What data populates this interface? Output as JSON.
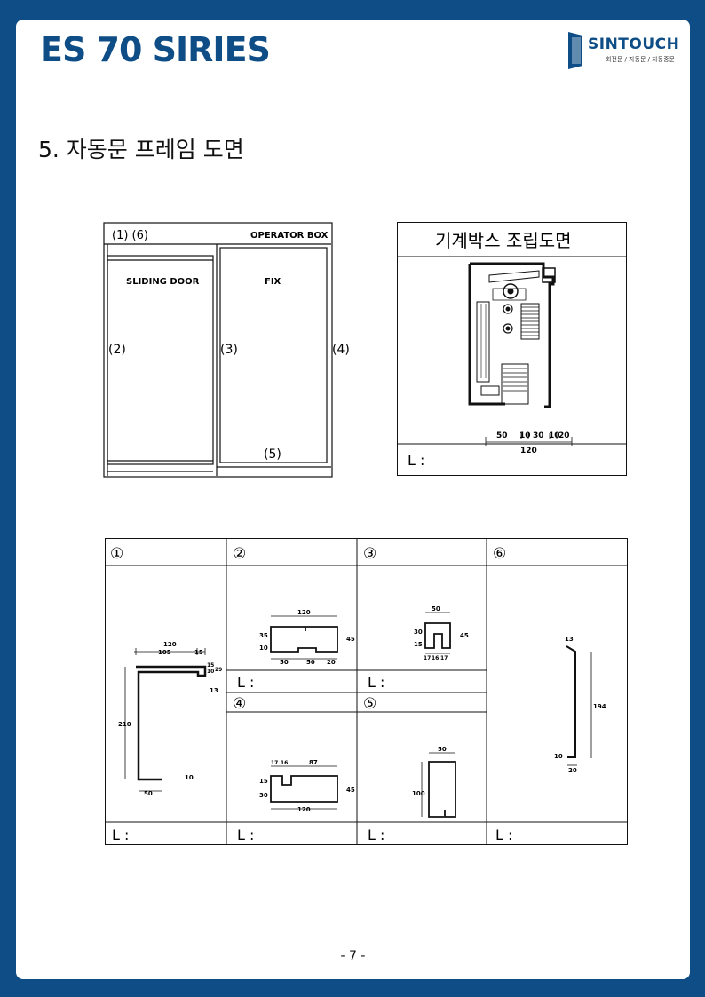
{
  "header": {
    "title": "ES 70 SIRIES",
    "logo_text": "SINTOUCH",
    "logo_sub": "회전문 / 자동문 / 자동중문"
  },
  "section_title": "5. 자동문 프레임 도면",
  "frame_elevation": {
    "label_top": "(1) (6)",
    "operator_box": "OPERATOR BOX",
    "sliding_door": "SLIDING DOOR",
    "fix": "FIX",
    "label_2": "(2)",
    "label_3": "(3)",
    "label_4": "(4)",
    "label_5": "(5)"
  },
  "assembly": {
    "title": "기계박스 조립도면",
    "dims": [
      "50",
      "10",
      "30",
      "10",
      "20"
    ],
    "total": "120",
    "length_label": "L :"
  },
  "parts_table": {
    "headers": [
      "①",
      "②",
      "③",
      "⑥"
    ],
    "subheaders": [
      "④",
      "⑤"
    ],
    "length_label": "L :",
    "part1": {
      "dims": [
        "120",
        "105",
        "15",
        "10",
        "15",
        "29",
        "13",
        "210",
        "10",
        "50"
      ]
    },
    "part2": {
      "dims": [
        "120",
        "35",
        "10",
        "45",
        "50",
        "50",
        "20"
      ]
    },
    "part3": {
      "dims": [
        "50",
        "30",
        "15",
        "45",
        "17",
        "16",
        "17"
      ]
    },
    "part4": {
      "dims": [
        "17",
        "16",
        "87",
        "15",
        "30",
        "45",
        "120"
      ]
    },
    "part5": {
      "dims": [
        "50",
        "100"
      ]
    },
    "part6": {
      "dims": [
        "13",
        "194",
        "10",
        "20"
      ]
    }
  },
  "page_number": "- 7 -"
}
